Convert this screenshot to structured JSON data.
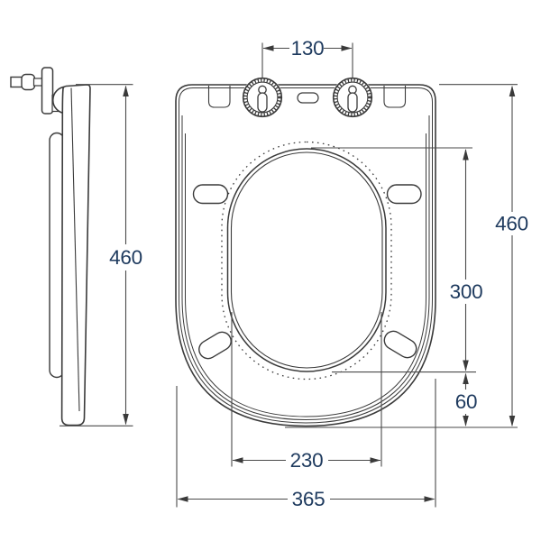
{
  "drawing": {
    "dimensions": {
      "hinge_spacing": "130",
      "side_height": "460",
      "overall_depth": "460",
      "opening_length": "300",
      "opening_to_rear": "60",
      "opening_width": "230",
      "overall_width": "365"
    },
    "colors": {
      "line": "#3a3a3a",
      "dimension_text": "#1e3a5e",
      "background": "#ffffff"
    }
  }
}
